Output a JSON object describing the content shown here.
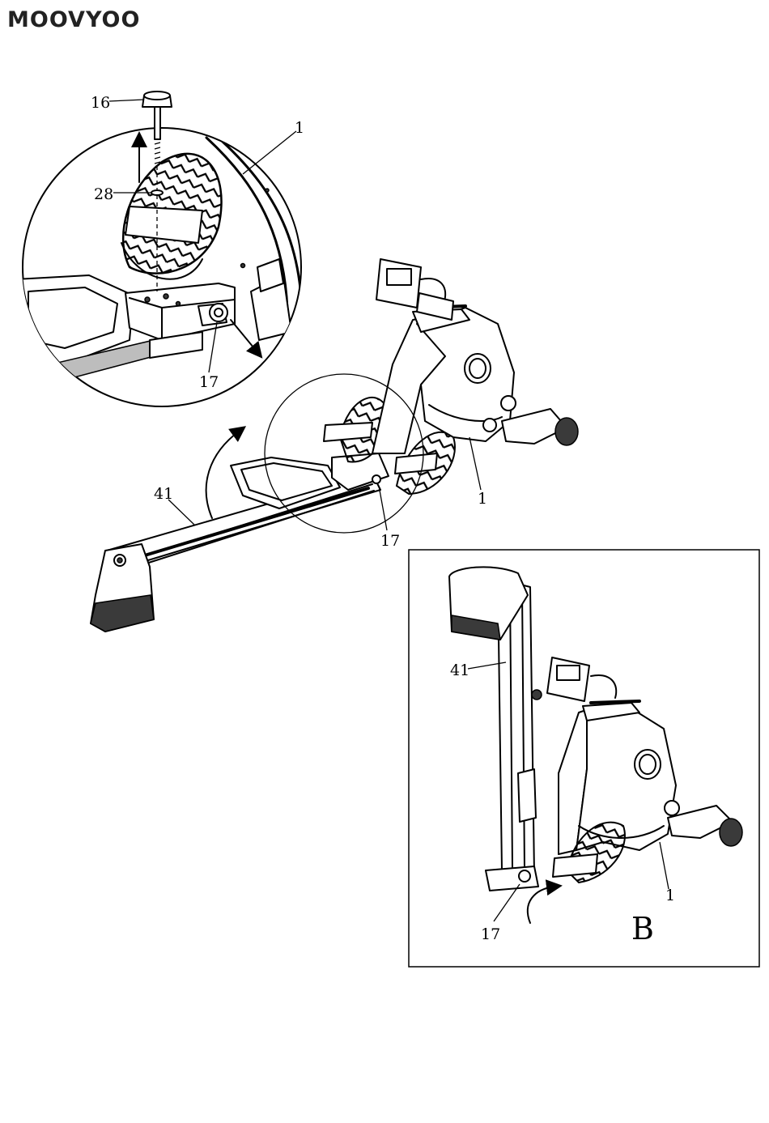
{
  "brand": {
    "logo_text": "MOOVYOO"
  },
  "detail_view": {
    "labels": {
      "knob": "16",
      "washer": "28",
      "frame": "1",
      "pin": "17"
    }
  },
  "main_view": {
    "labels": {
      "rail": "41",
      "frame": "1",
      "pin": "17"
    }
  },
  "folded_view": {
    "labels": {
      "rail": "41",
      "frame": "1",
      "pin": "17",
      "step": "B"
    }
  }
}
